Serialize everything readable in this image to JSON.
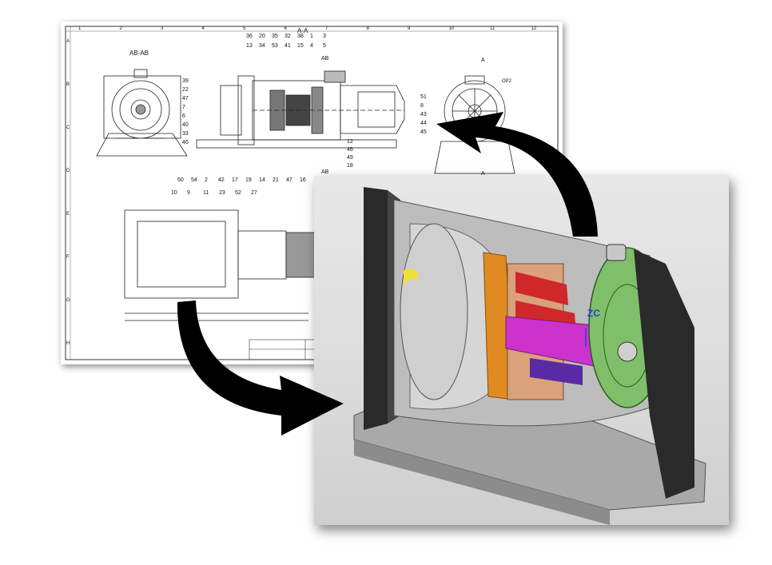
{
  "drawing": {
    "section_ab_label": "AB-AB",
    "section_aa_label": "A-A",
    "view_ab_marker": "AB",
    "view_a_marker": "A",
    "col_numbers": [
      "1",
      "2",
      "3",
      "4",
      "5",
      "6",
      "7",
      "8",
      "9",
      "10",
      "11",
      "12"
    ],
    "row_letters": [
      "A",
      "B",
      "C",
      "D",
      "E",
      "F",
      "G",
      "H"
    ],
    "top_callouts": [
      "36",
      "20",
      "35",
      "32",
      "38",
      "1",
      "3",
      "13",
      "34",
      "53",
      "41",
      "15",
      "4",
      "5"
    ],
    "left_callouts": [
      "39",
      "22",
      "47",
      "7",
      "6",
      "40",
      "33",
      "46"
    ],
    "right_callouts": [
      "12",
      "46",
      "49",
      "18"
    ],
    "bottom_callouts": [
      "50",
      "54",
      "2",
      "42",
      "17",
      "19",
      "14",
      "21",
      "47",
      "16"
    ],
    "lower_callouts": [
      "10",
      "9",
      "11",
      "23",
      "52",
      "27"
    ],
    "side_callouts": [
      "51",
      "8",
      "43",
      "44",
      "45"
    ],
    "op_label": "OP2"
  },
  "render": {
    "axis_label": "ZC"
  },
  "colors": {
    "frame_dark": "#2a2a2a",
    "base_gray": "#a9a9a9",
    "orange_part": "#e08a22",
    "red_part": "#d0282a",
    "magenta_part": "#cc33cc",
    "violet_part": "#5a2aa6",
    "green_cover": "#7fbf6a",
    "copper_part": "#d9a27a",
    "yellow_part": "#f2e03a"
  }
}
